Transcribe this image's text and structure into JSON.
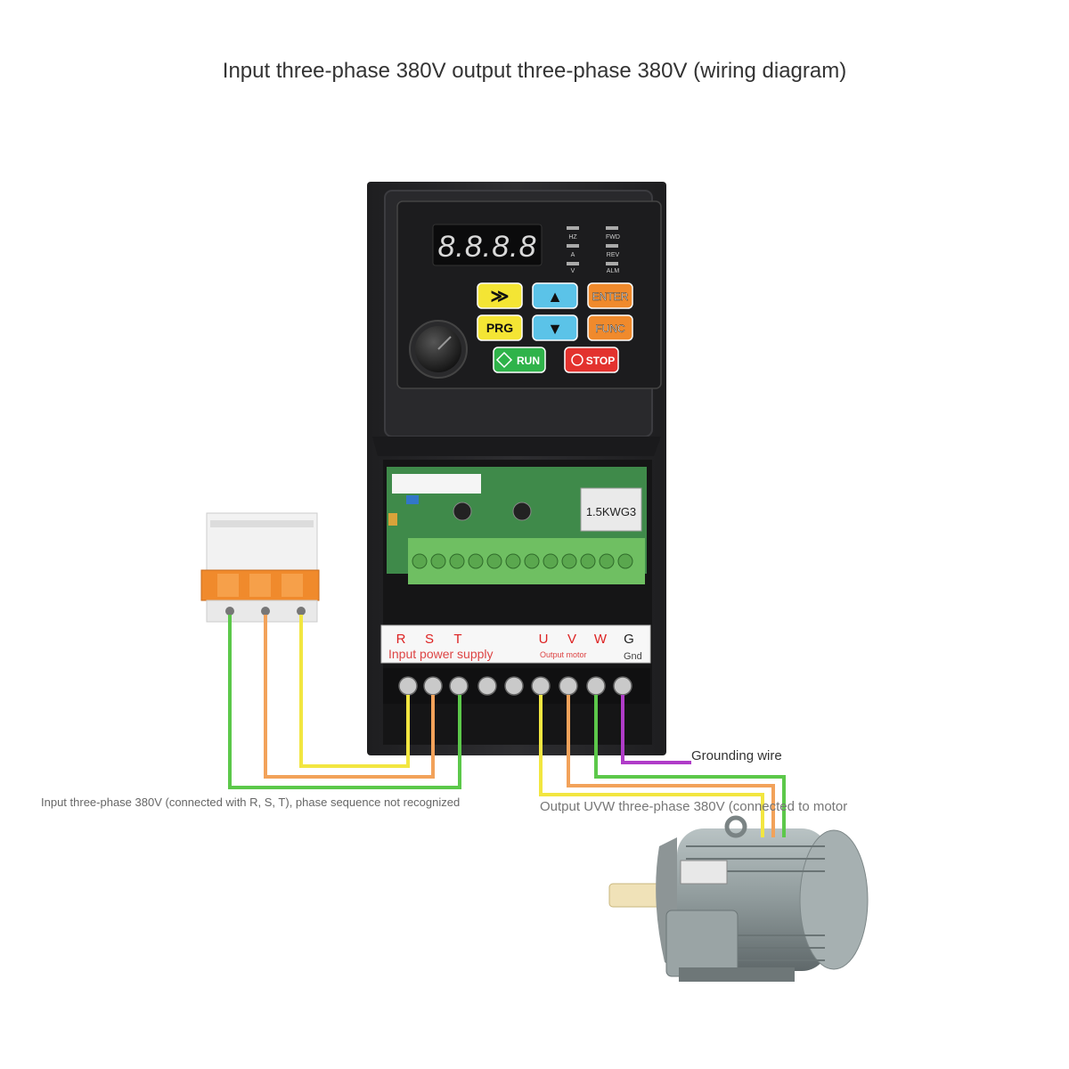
{
  "title": "Input three-phase 380V output three-phase 380V (wiring diagram)",
  "display": {
    "digits": "8.8.8.8"
  },
  "indicators": {
    "left": [
      "HZ",
      "A",
      "V"
    ],
    "right": [
      "FWD",
      "REV",
      "ALM"
    ]
  },
  "keys": {
    "shift": "≫",
    "up": "▲",
    "enter": "ENTER",
    "prg": "PRG",
    "down": "▼",
    "func": "FUNC",
    "run": "RUN",
    "stop": "STOP"
  },
  "rating_label": "1.5KWG3",
  "terminals": {
    "letters": [
      "R",
      "S",
      "T",
      "U",
      "V",
      "W",
      "G"
    ],
    "input_caption": "Input power supply",
    "output_caption": "Output motor",
    "ground_caption": "Gnd"
  },
  "notes": {
    "input": "Input three-phase 380V (connected with R, S, T), phase sequence not recognized",
    "output": "Output UVW three-phase 380V (connected to motor",
    "ground": "Grounding wire"
  },
  "wire_colors": {
    "green": "#5cc84a",
    "orange": "#f2a25a",
    "yellow": "#f2e640",
    "purple": "#b03cc8"
  }
}
